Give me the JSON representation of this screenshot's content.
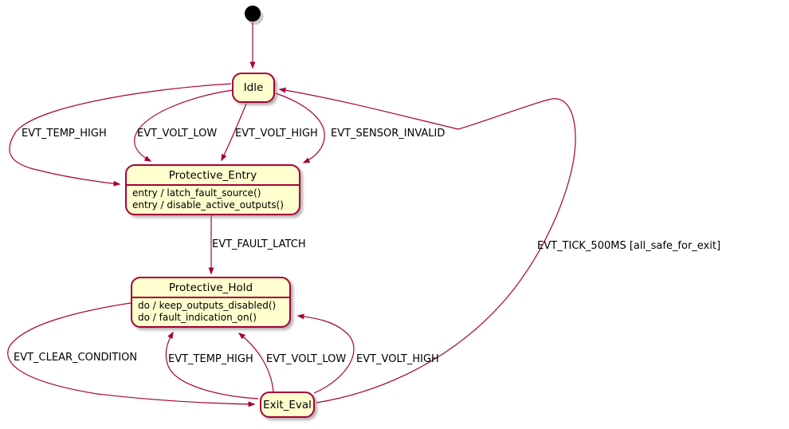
{
  "diagram": {
    "type": "uml-state-machine",
    "initial_state": "Idle",
    "colors": {
      "state_fill": "#FEFECE",
      "state_border": "#A80036",
      "arrow": "#A80036",
      "text": "#000000",
      "initial_dot": "#000000"
    },
    "states": [
      {
        "id": "idle",
        "name": "Idle",
        "actions": []
      },
      {
        "id": "protective_entry",
        "name": "Protective_Entry",
        "actions": [
          "entry / latch_fault_source()",
          "entry / disable_active_outputs()"
        ]
      },
      {
        "id": "protective_hold",
        "name": "Protective_Hold",
        "actions": [
          "do / keep_outputs_disabled()",
          "do / fault_indication_on()"
        ]
      },
      {
        "id": "exit_eval",
        "name": "Exit_Eval",
        "actions": []
      }
    ],
    "transitions": [
      {
        "from": "Idle",
        "to": "Protective_Entry",
        "label": "EVT_TEMP_HIGH"
      },
      {
        "from": "Idle",
        "to": "Protective_Entry",
        "label": "EVT_VOLT_LOW"
      },
      {
        "from": "Idle",
        "to": "Protective_Entry",
        "label": "EVT_VOLT_HIGH"
      },
      {
        "from": "Idle",
        "to": "Protective_Entry",
        "label": "EVT_SENSOR_INVALID"
      },
      {
        "from": "Protective_Entry",
        "to": "Protective_Hold",
        "label": "EVT_FAULT_LATCH"
      },
      {
        "from": "Exit_Eval",
        "to": "Idle",
        "label": "EVT_TICK_500MS [all_safe_for_exit]"
      },
      {
        "from": "Protective_Hold",
        "to": "Exit_Eval",
        "label": "EVT_CLEAR_CONDITION"
      },
      {
        "from": "Exit_Eval",
        "to": "Protective_Hold",
        "label": "EVT_TEMP_HIGH"
      },
      {
        "from": "Exit_Eval",
        "to": "Protective_Hold",
        "label": "EVT_VOLT_LOW"
      },
      {
        "from": "Exit_Eval",
        "to": "Protective_Hold",
        "label": "EVT_VOLT_HIGH"
      }
    ]
  }
}
